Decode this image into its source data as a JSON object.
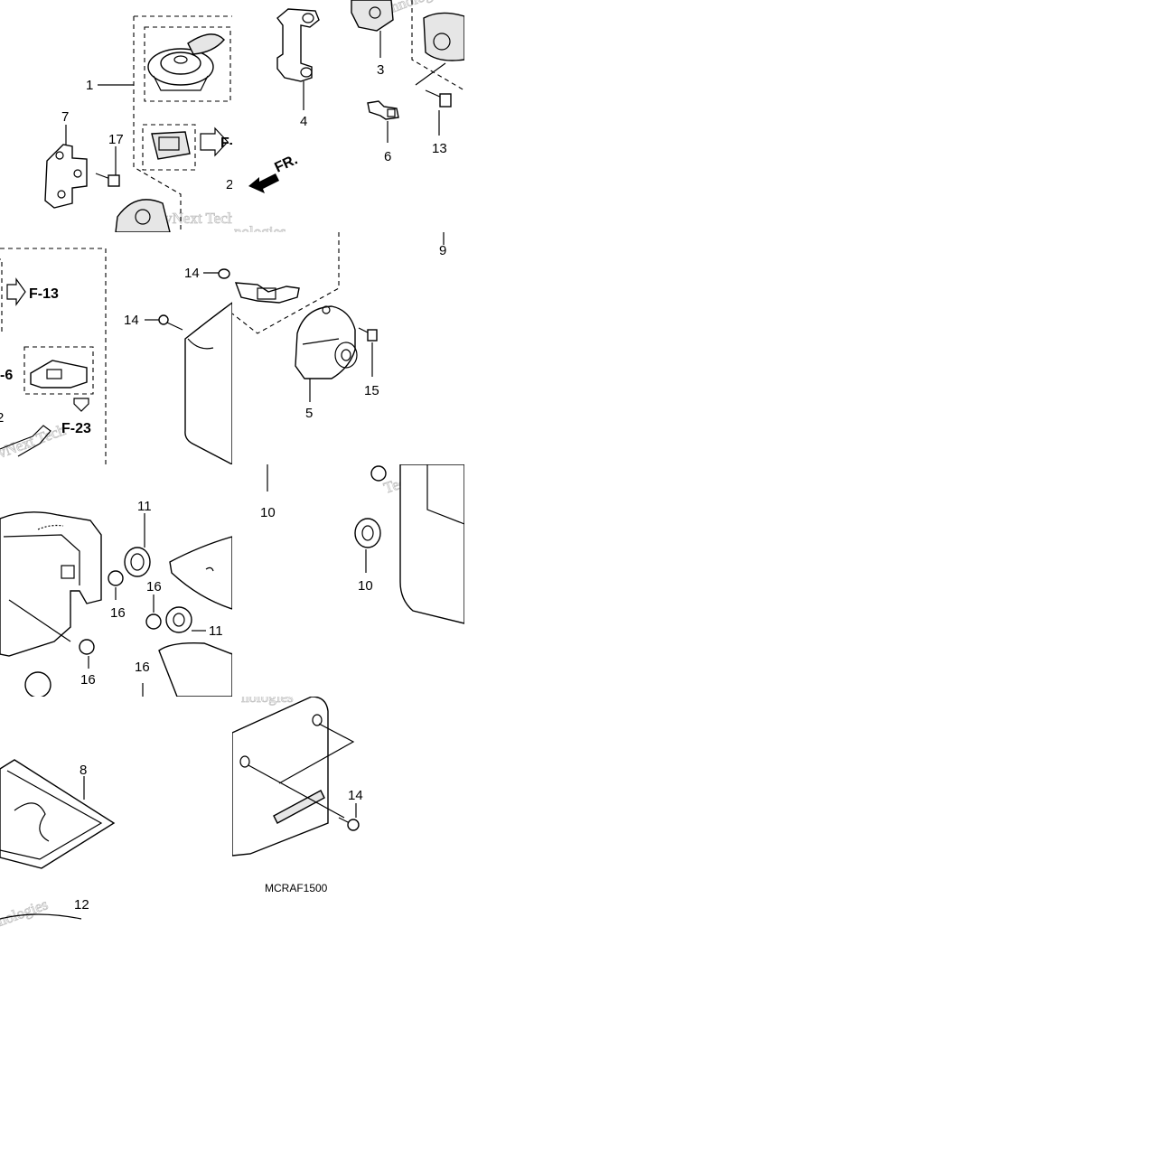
{
  "diagram": {
    "code": "MCRAF1500",
    "direction_label": "FR.",
    "watermark": {
      "line1": "vNext Tech",
      "line2": "nologies",
      "line3": "Technologies"
    },
    "refs": {
      "f13": "F-13",
      "f6": "-6",
      "f23": "F-23",
      "f_partial": "F-"
    },
    "callouts": {
      "c1": "1",
      "c2": "2",
      "c3": "3",
      "c4": "4",
      "c5": "5",
      "c6": "6",
      "c7": "7",
      "c8": "8",
      "c9": "9",
      "c10a": "10",
      "c10b": "10",
      "c11a": "11",
      "c11b": "11",
      "c12a": "2",
      "c12b": "12",
      "c13": "13",
      "c14a": "14",
      "c14b": "14",
      "c14c": "14",
      "c15": "15",
      "c16a": "16",
      "c16b": "16",
      "c16c": "16",
      "c16d": "16",
      "c17": "17"
    }
  }
}
